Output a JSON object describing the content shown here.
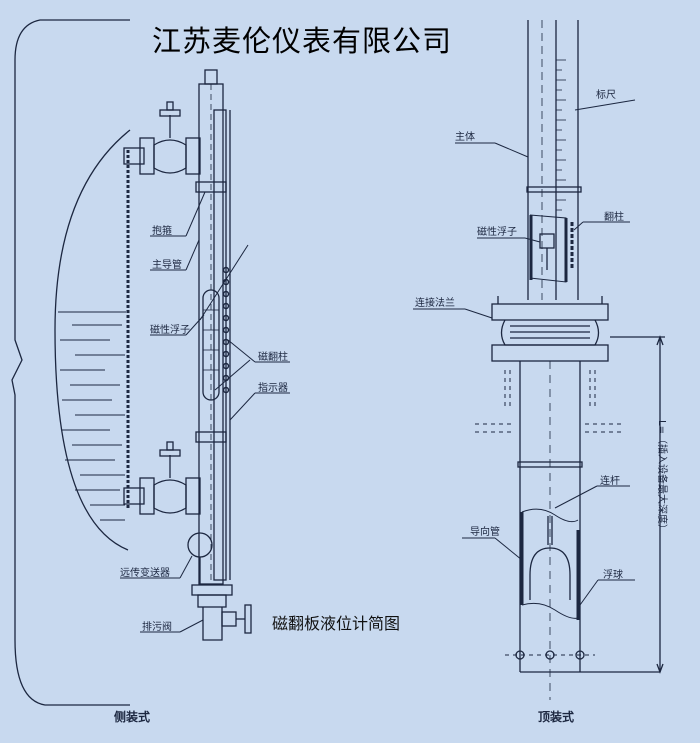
{
  "title": "江苏麦伦仪表有限公司",
  "caption": "磁翻板液位计简图",
  "side_view": {
    "name": "侧装式",
    "labels": [
      "抱箍",
      "主导管",
      "磁性浮子",
      "磁翻柱",
      "指示器",
      "远传变送器",
      "排污阀"
    ]
  },
  "top_view": {
    "name": "顶装式",
    "labels": [
      "主体",
      "标尺",
      "磁性浮子",
      "翻柱",
      "连接法兰",
      "连杆",
      "导向管",
      "浮球"
    ],
    "dimension": "L=（插入设备最大深度）"
  },
  "colors": {
    "background": "#c8d9ef",
    "line": "#1c2740"
  }
}
